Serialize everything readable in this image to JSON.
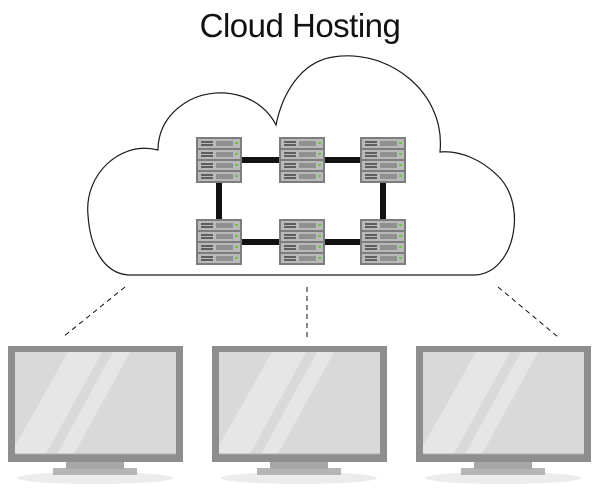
{
  "title": "Cloud Hosting",
  "colors": {
    "cloud_outline": "#1a1a1a",
    "link": "#111111",
    "server_body": "#7d7d7d",
    "server_face": "#b8b8b8",
    "monitor_frame": "#8e8e8e",
    "monitor_screen": "#d9d9d9",
    "monitor_stand": "#b5b5b5",
    "shadow": "#ececec"
  },
  "icons": {
    "cloud": "cloud-icon",
    "server": "server-rack-icon",
    "monitor": "monitor-icon"
  },
  "diagram": {
    "servers": [
      {
        "id": "server-top-left"
      },
      {
        "id": "server-top-center"
      },
      {
        "id": "server-top-right"
      },
      {
        "id": "server-bottom-left"
      },
      {
        "id": "server-bottom-center"
      },
      {
        "id": "server-bottom-right"
      }
    ],
    "monitors": [
      {
        "id": "monitor-left"
      },
      {
        "id": "monitor-center"
      },
      {
        "id": "monitor-right"
      }
    ]
  }
}
